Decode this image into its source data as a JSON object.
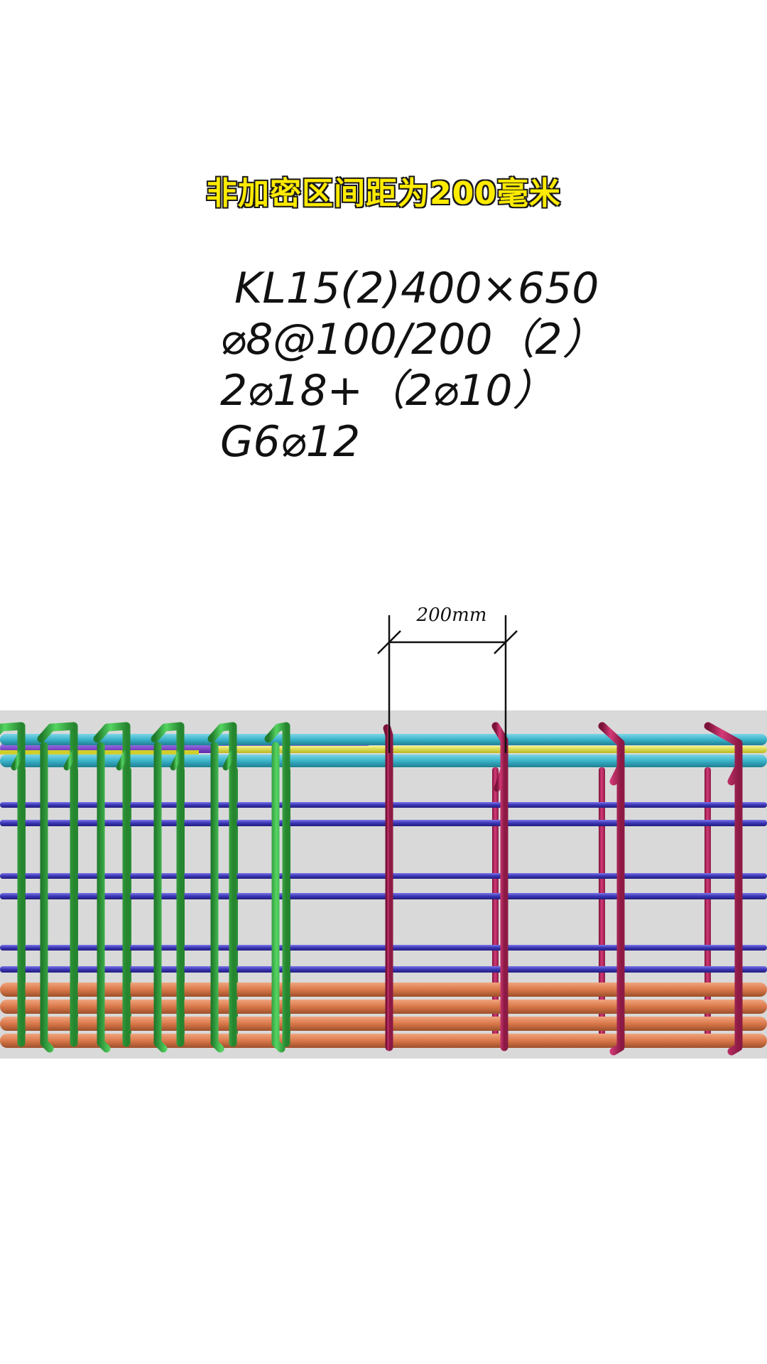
{
  "caption": "非加密区间距为200毫米",
  "beam_notation": {
    "line1": "KL15(2)400×650",
    "line2": "⌀8@100/200（2）",
    "line3": "2⌀18+（2⌀10）",
    "line4": "G6⌀12"
  },
  "dimension": {
    "label": "200mm"
  },
  "colors": {
    "caption_fill": "#ffeb00",
    "caption_outline": "#1a1a1a",
    "beam_band": "#d9d9d9",
    "stirrup_dense_zone": "#3cb043",
    "stirrup_non_dense_zone": "#b5245f",
    "top_bar": "#39b3c9",
    "top_bar_secondary": "#7b3fd0",
    "top_bar_yellow": "#e6e62e",
    "side_bar": "#3b35b5",
    "bottom_bar": "#d9784a"
  }
}
